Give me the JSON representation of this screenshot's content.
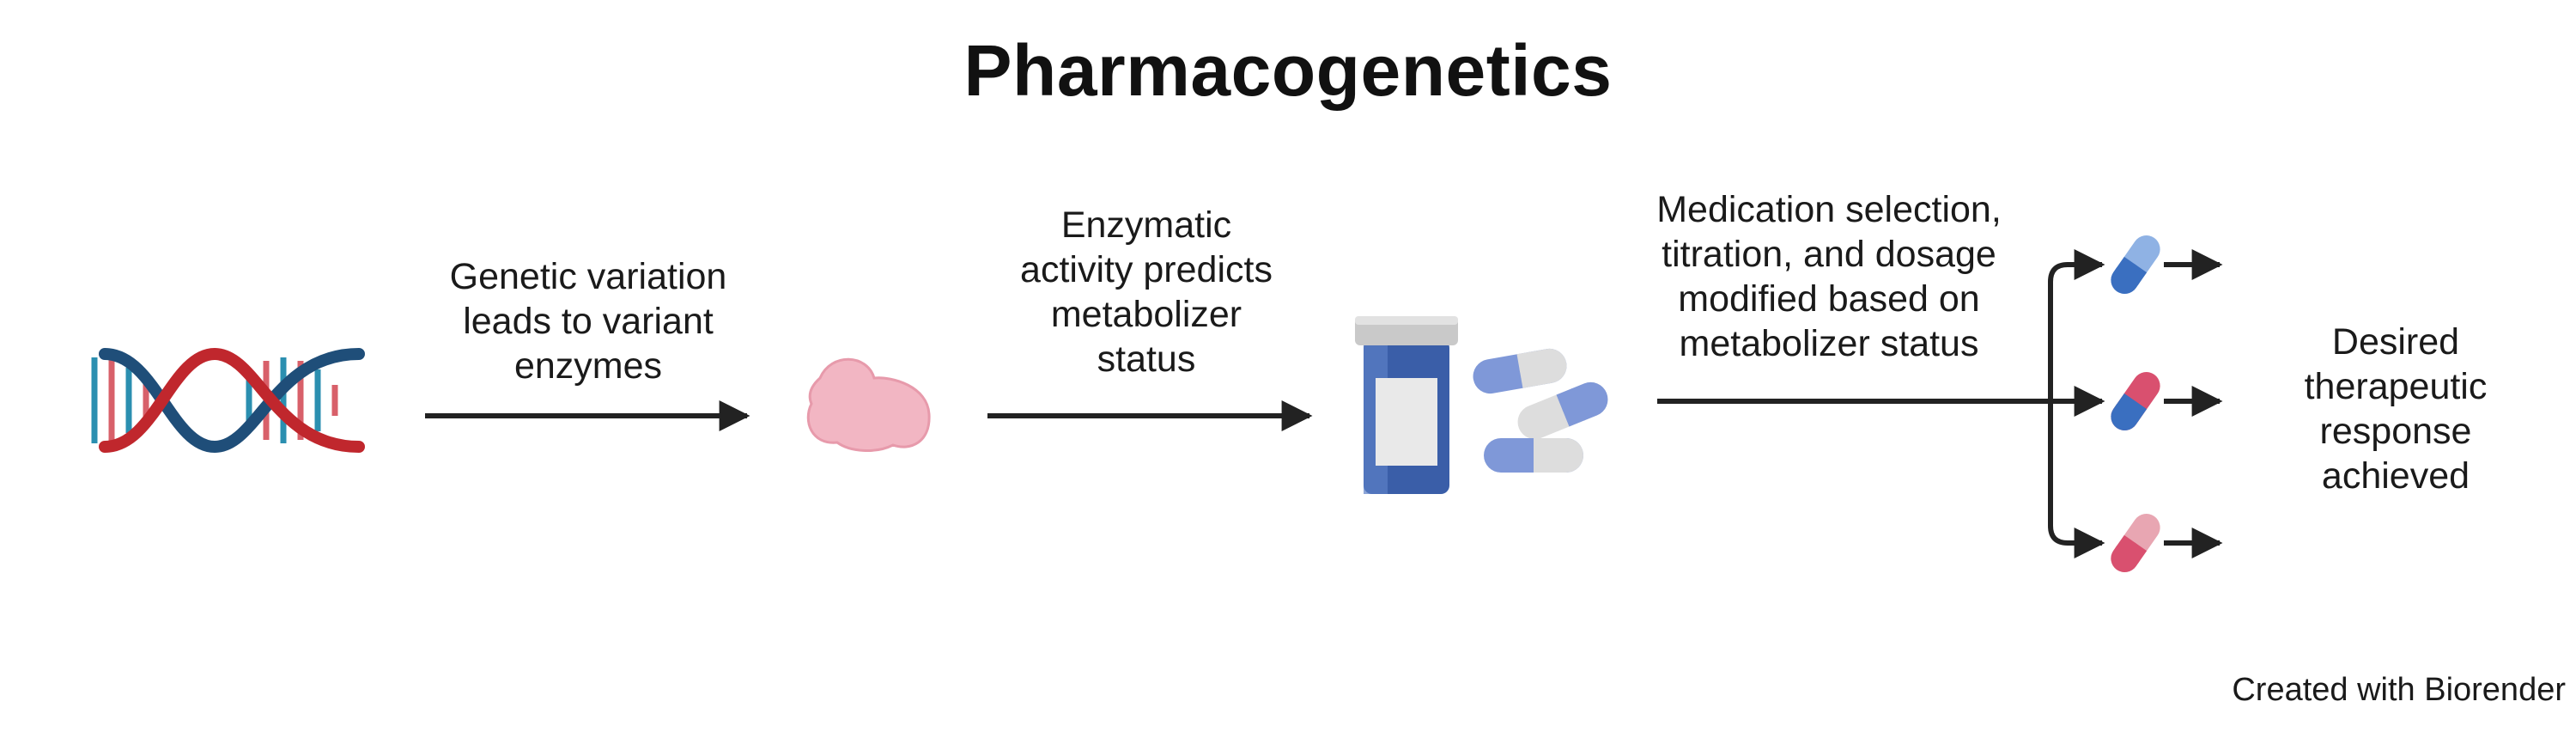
{
  "title": "Pharmacogenetics",
  "steps": [
    {
      "lines": [
        "Genetic variation",
        "leads to variant",
        "enzymes"
      ]
    },
    {
      "lines": [
        "Enzymatic",
        "activity predicts",
        "metabolizer",
        "status"
      ]
    },
    {
      "lines": [
        "Medication selection,",
        "titration, and dosage",
        "modified based on",
        "metabolizer status"
      ]
    },
    {
      "lines": [
        "Desired",
        "therapeutic",
        "response",
        "achieved"
      ]
    }
  ],
  "credit": "Created with Biorender",
  "icons": [
    "dna-icon",
    "enzyme-icon",
    "pill-bottle-icon",
    "capsule-icon"
  ],
  "colors": {
    "dna_red": "#c0272d",
    "dna_blue": "#1f4e79",
    "enzyme_pink": "#f2b6c3",
    "bottle_blue": "#3a5ea8",
    "capsule_blue": "#7f98d8",
    "capsule_pink": "#d9506f",
    "arrow": "#222222"
  }
}
